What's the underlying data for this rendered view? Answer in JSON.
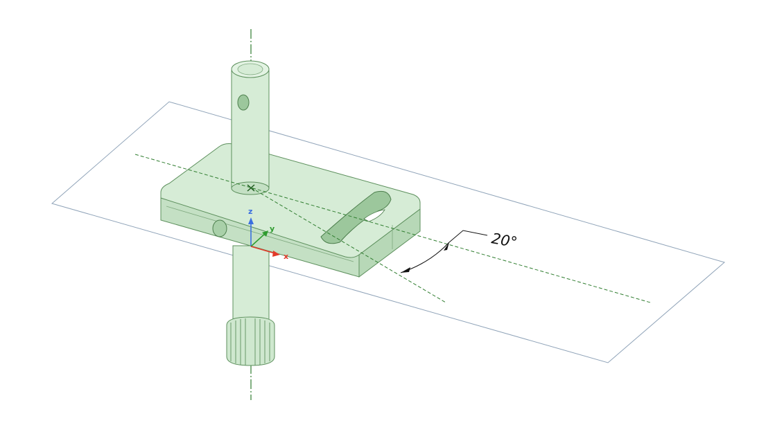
{
  "colors": {
    "part_fill": "#d6ecd6",
    "part_fill_dark": "#b7d8b7",
    "part_edge": "#5c8f5c",
    "plane_edge": "#8fa3b8",
    "centerline": "#2f7d2f",
    "dimension": "#111111",
    "axis_x": "#e23a2a",
    "axis_y": "#2f9c2f",
    "axis_z": "#3a6fe0"
  },
  "dimension": {
    "angle_label": "20°"
  },
  "triad": {
    "x_label": "x",
    "y_label": "y",
    "z_label": "z"
  }
}
